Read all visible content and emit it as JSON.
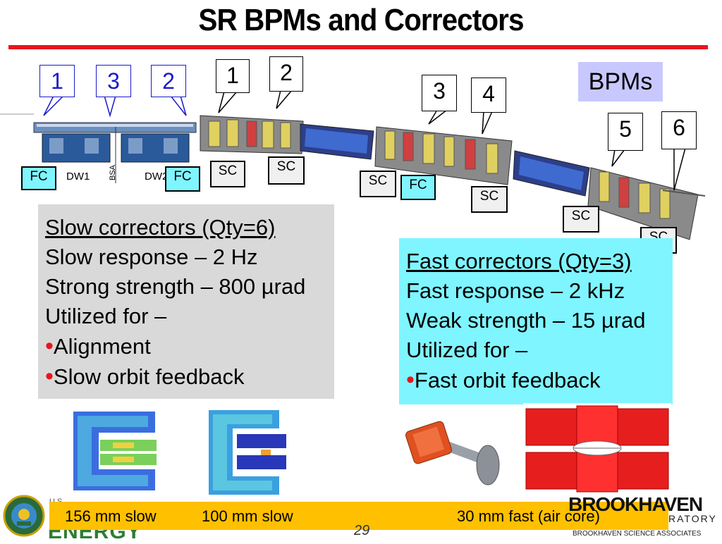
{
  "title": "SR BPMs and Correctors",
  "bpms_label": "BPMs",
  "callouts": {
    "blue": [
      "1",
      "3",
      "2"
    ],
    "black": [
      "1",
      "2",
      "3",
      "4",
      "5",
      "6"
    ]
  },
  "magnet_labels": {
    "fc": "FC",
    "sc": "SC",
    "dw1": "DW1",
    "dw2": "DW2",
    "bsa": "BSA"
  },
  "slow_panel": {
    "heading": "Slow correctors (Qty=6)",
    "lines": [
      "Slow response – 2 Hz",
      "Strong strength – 800 µrad",
      "Utilized for –"
    ],
    "bullets": [
      "Alignment",
      "Slow orbit feedback"
    ]
  },
  "fast_panel": {
    "heading": "Fast correctors (Qty=3)",
    "lines": [
      "Fast response – 2 kHz",
      "Weak strength – 15 µrad",
      "Utilized for –"
    ],
    "bullets": [
      "Fast orbit feedback"
    ]
  },
  "footer": {
    "labels": [
      "156 mm slow",
      "100 mm slow",
      "30 mm fast (air core)"
    ],
    "page_number": "29",
    "left_logo_text": "ENERGY",
    "us_text": "U.S.",
    "right_logo_top": "BROOKHAVEN",
    "right_logo_mid": "RATORY",
    "right_logo_bottom": "BROOKHAVEN SCIENCE ASSOCIATES"
  },
  "colors": {
    "title_rule": "#e8141c",
    "fc_fill": "#7ff5ff",
    "slow_panel_bg": "#d9d9d9",
    "fast_panel_bg": "#7ff5ff",
    "footer_bar": "#ffc000",
    "bpms_bg": "#c8c8ff"
  }
}
